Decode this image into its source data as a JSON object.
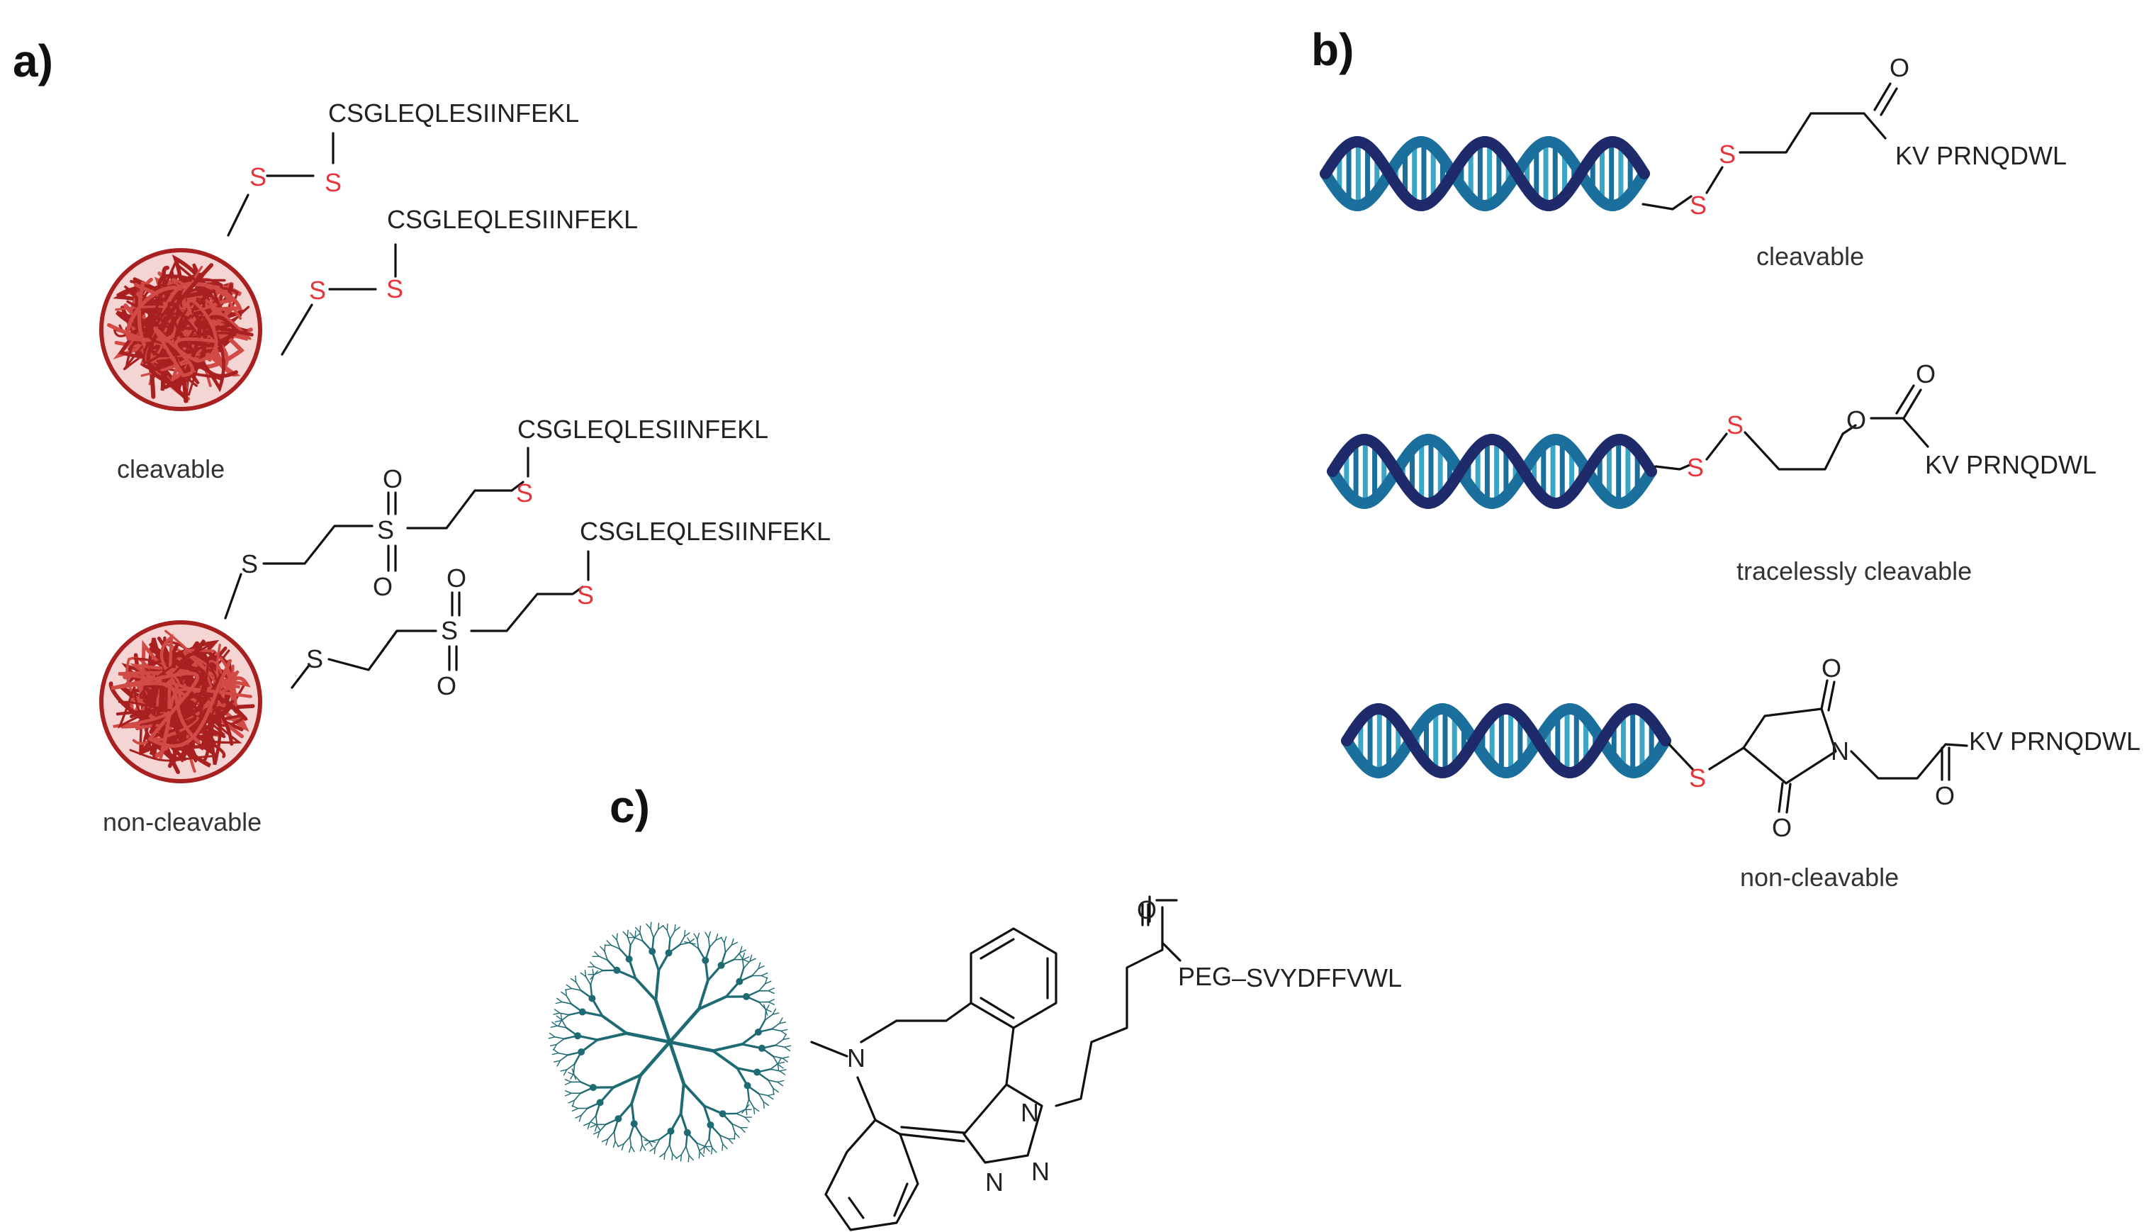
{
  "panels": {
    "a": {
      "label": "a)",
      "peptide": "CSGLEQLESIINFEKL",
      "cleavable_caption": "cleavable",
      "noncleavable_caption": "non-cleavable",
      "atoms": {
        "sulfur": "S",
        "oxygen": "O"
      }
    },
    "b": {
      "label": "b)",
      "peptide": "KV PRNQDWL",
      "captions": [
        "cleavable",
        "tracelessly  cleavable",
        "non-cleavable"
      ],
      "atoms": {
        "sulfur": "S",
        "oxygen": "O",
        "nitrogen": "N"
      }
    },
    "c": {
      "label": "c)",
      "peg": "PEG",
      "peptide": "–SVYDFFVWL",
      "atoms": {
        "oxygen": "O",
        "nitrogen": "N"
      }
    }
  },
  "colors": {
    "sulfur": "#e8343a",
    "nanoparticle": "#a8201f",
    "nanoparticle_light": "#d24a45",
    "dna_dark": "#1f2a6b",
    "dna_teal": "#1b6f9c",
    "dna_light": "#3aa5c4",
    "dendrimer": "#1f6b73",
    "bond": "#111111"
  }
}
